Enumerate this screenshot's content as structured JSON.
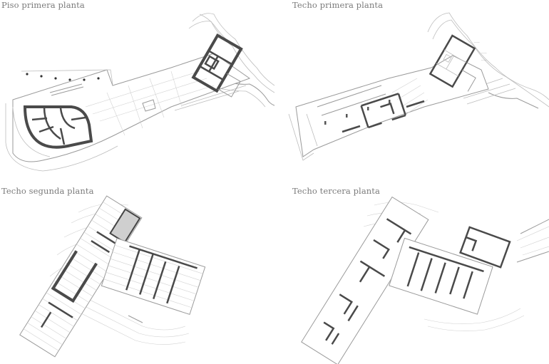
{
  "panels": [
    {
      "title": "Piso primera planta"
    },
    {
      "title": "Techo primera planta"
    },
    {
      "title": "Techo segunda planta"
    },
    {
      "title": "Techo tercera planta"
    }
  ]
}
